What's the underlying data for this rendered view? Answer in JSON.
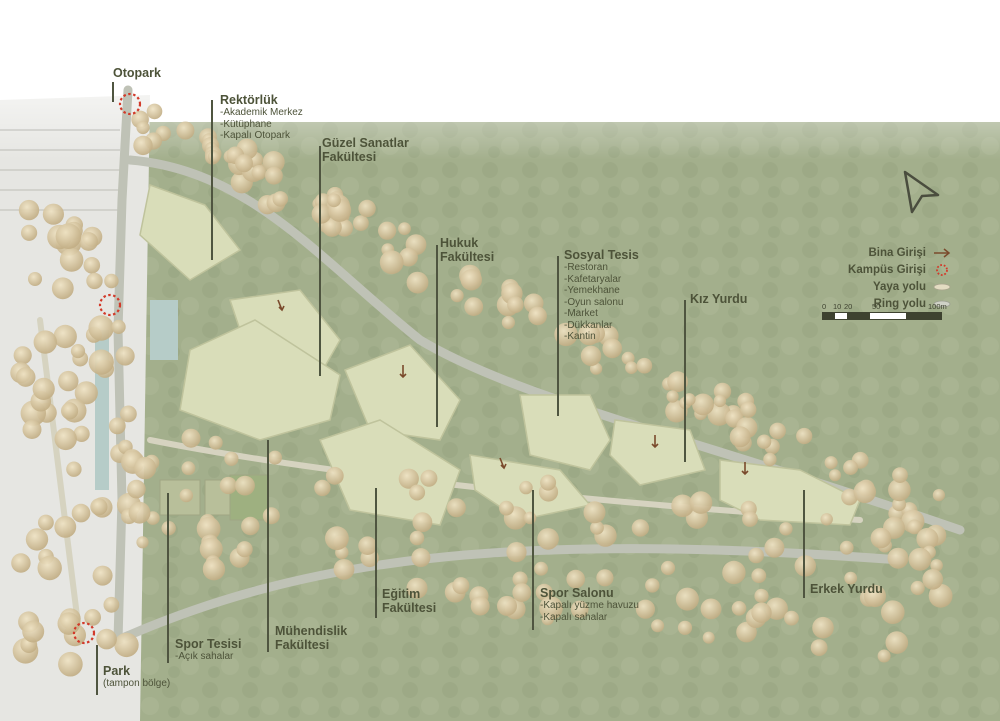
{
  "colors": {
    "background_green": "#a9b591",
    "forest": "#9aa884",
    "building": "#d9ddb9",
    "tree": "#d8c9a3",
    "path": "#c7c9bd",
    "entrance_red": "#d23a2a",
    "text": "#4d5339"
  },
  "labels": {
    "otopark": {
      "title": "Otopark"
    },
    "rektorluk": {
      "title": "Rektörlük",
      "items": [
        "-Akademik Merkez",
        "-Kütüphane",
        "-Kapalı Otopark"
      ]
    },
    "guzel_sanatlar": {
      "title_line1": "Güzel Sanatlar",
      "title_line2": "Fakültesi"
    },
    "hukuk": {
      "title_line1": "Hukuk",
      "title_line2": "Fakültesi"
    },
    "sosyal_tesis": {
      "title": "Sosyal Tesis",
      "items": [
        "-Restoran",
        "-Kafetaryalar",
        "-Yemekhane",
        "-Oyun salonu",
        "-Market",
        "-Dükkanlar",
        "-Kantin"
      ]
    },
    "kiz_yurdu": {
      "title": "Kız Yurdu"
    },
    "erkek_yurdu": {
      "title": "Erkek Yurdu"
    },
    "spor_salonu": {
      "title": "Spor Salonu",
      "items": [
        "-Kapalı yüzme havuzu",
        "-Kapalı sahalar"
      ]
    },
    "egitim": {
      "title_line1": "Eğitim",
      "title_line2": "Fakültesi"
    },
    "muhendislik": {
      "title_line1": "Mühendislik",
      "title_line2": "Fakültesi"
    },
    "spor_tesisi": {
      "title": "Spor Tesisi",
      "items": [
        "-Açık sahalar"
      ]
    },
    "park": {
      "title": "Park",
      "sub": "(tampon bölge)"
    }
  },
  "legend": {
    "items": [
      {
        "label": "Bina Girişi",
        "icon": "arrow-icon"
      },
      {
        "label": "Kampüs Girişi",
        "icon": "dotted-circle-icon"
      },
      {
        "label": "Yaya yolu",
        "icon": "path-swatch-icon"
      },
      {
        "label": "Ring yolu",
        "icon": "road-swatch-icon"
      }
    ]
  },
  "scale_bar": {
    "ticks": [
      "0",
      "10",
      "20",
      "50",
      "100m"
    ]
  },
  "north_arrow": {
    "icon": "north-arrow-icon"
  }
}
